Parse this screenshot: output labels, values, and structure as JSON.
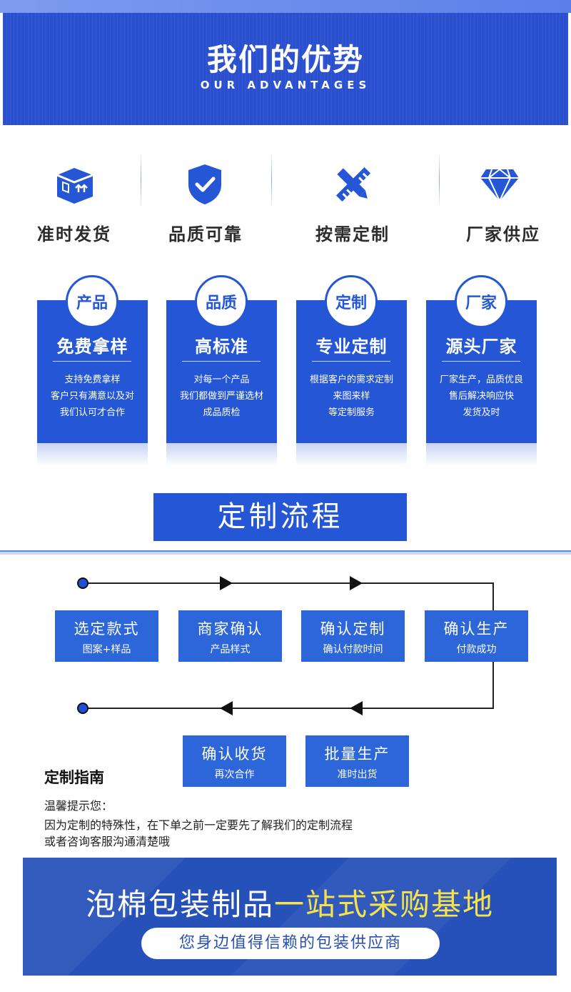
{
  "header": {
    "title": "我们的优势",
    "subtitle": "OUR ADVANTAGES"
  },
  "advantages": [
    {
      "label": "准时发货",
      "icon": "delivery-box-icon"
    },
    {
      "label": "品质可靠",
      "icon": "shield-check-icon"
    },
    {
      "label": "按需定制",
      "icon": "pencil-ruler-icon"
    },
    {
      "label": "厂家供应",
      "icon": "diamond-icon"
    }
  ],
  "cards": [
    {
      "badge": "产品",
      "title": "免费拿样",
      "lines": [
        "支持免费拿样",
        "客户只有满意以及对",
        "我们认可才合作"
      ]
    },
    {
      "badge": "品质",
      "title": "高标准",
      "lines": [
        "对每一个产品",
        "我们都做到严谨选材",
        "成品质检"
      ]
    },
    {
      "badge": "定制",
      "title": "专业定制",
      "lines": [
        "根据客户的需求定制",
        "来图来样",
        "等定制服务"
      ]
    },
    {
      "badge": "厂家",
      "title": "源头厂家",
      "lines": [
        "厂家生产，品质优良",
        "售后解决响应快",
        "发货及时"
      ]
    }
  ],
  "process": {
    "title": "定制流程",
    "steps": [
      {
        "title": "选定款式",
        "sub": "图案+样品"
      },
      {
        "title": "商家确认",
        "sub": "产品样式"
      },
      {
        "title": "确认定制",
        "sub": "确认付款时间"
      },
      {
        "title": "确认生产",
        "sub": "付款成功"
      },
      {
        "title": "批量生产",
        "sub": "准时出货"
      },
      {
        "title": "确认收货",
        "sub": "再次合作"
      }
    ]
  },
  "guide": {
    "title": "定制指南",
    "lines": [
      "温馨提示您：",
      "因为定制的特殊性，在下单之前一定要先了解我们的定制流程",
      "或者咨询客服沟通清楚哦"
    ]
  },
  "banner": {
    "title_white": "泡棉包装制品",
    "title_yellow": "一站式采购基地",
    "pill": "您身边值得信赖的包装供应商"
  },
  "colors": {
    "primary": "#2456d6",
    "step": "#2d66d8",
    "highlight": "#f6e24a"
  }
}
